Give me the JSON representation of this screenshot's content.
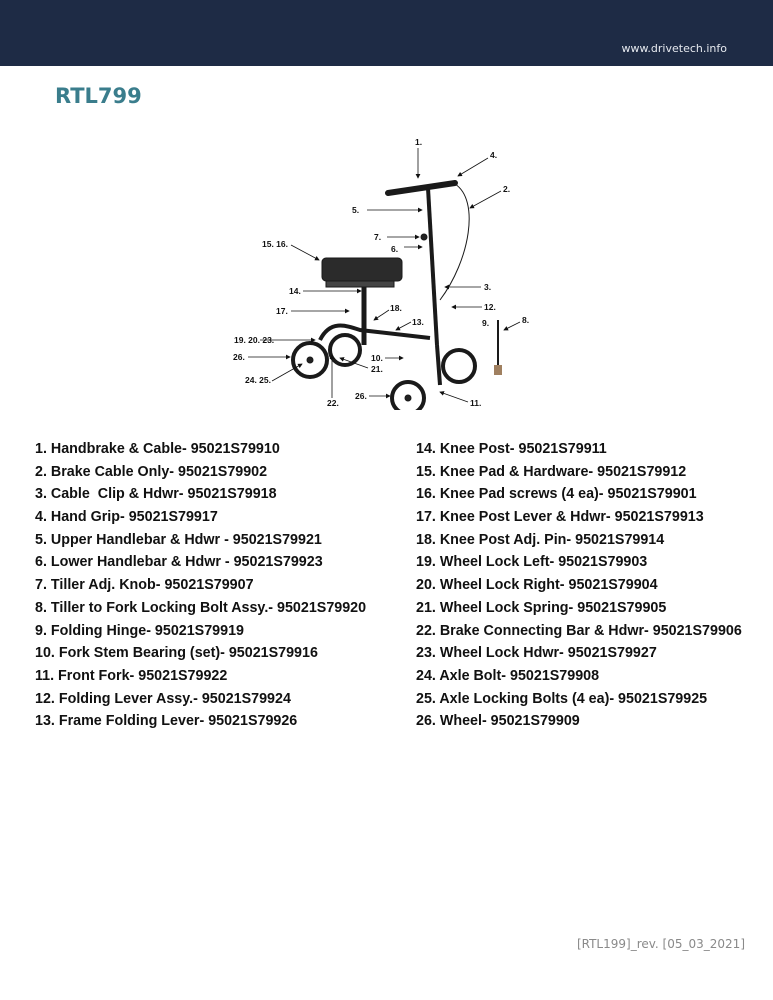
{
  "header": {
    "site": "www.drivetech.info",
    "color": "#1e2b45"
  },
  "title": "RTL799",
  "diagram": {
    "callouts": [
      "1.",
      "4.",
      "2.",
      "5.",
      "7.",
      "6.",
      "15. 16.",
      "14.",
      "17.",
      "18.",
      "3.",
      "12.",
      "9.",
      "8.",
      "13.",
      "19. 20. 23.",
      "26.",
      "10.",
      "21.",
      "24. 25.",
      "22.",
      "26.",
      "11."
    ]
  },
  "parts_left": [
    "1. Handbrake & Cable- 95021S79910",
    "2. Brake Cable Only- 95021S79902",
    "3. Cable  Clip & Hdwr- 95021S79918",
    "4. Hand Grip- 95021S79917",
    "5. Upper Handlebar & Hdwr - 95021S79921",
    "6. Lower Handlebar & Hdwr - 95021S79923",
    "7. Tiller Adj. Knob- 95021S79907",
    "8. Tiller to Fork Locking Bolt Assy.- 95021S79920",
    "9. Folding Hinge- 95021S79919",
    "10. Fork Stem Bearing (set)- 95021S79916",
    "11. Front Fork- 95021S79922",
    "12. Folding Lever Assy.- 95021S79924",
    "13. Frame Folding Lever- 95021S79926"
  ],
  "parts_right": [
    "14. Knee Post- 95021S79911",
    "15. Knee Pad & Hardware- 95021S79912",
    "16. Knee Pad screws (4 ea)- 95021S79901",
    "17. Knee Post Lever & Hdwr- 95021S79913",
    "18. Knee Post Adj. Pin- 95021S79914",
    "19. Wheel Lock Left- 95021S79903",
    "20. Wheel Lock Right- 95021S79904",
    "21. Wheel Lock Spring- 95021S79905",
    "22. Brake Connecting Bar & Hdwr- 95021S79906",
    "23. Wheel Lock Hdwr- 95021S79927",
    "24. Axle Bolt- 95021S79908",
    "25. Axle Locking Bolts (4 ea)- 95021S79925",
    "26. Wheel- 95021S79909"
  ],
  "footer": "[RTL199]_rev. [05_03_2021]"
}
